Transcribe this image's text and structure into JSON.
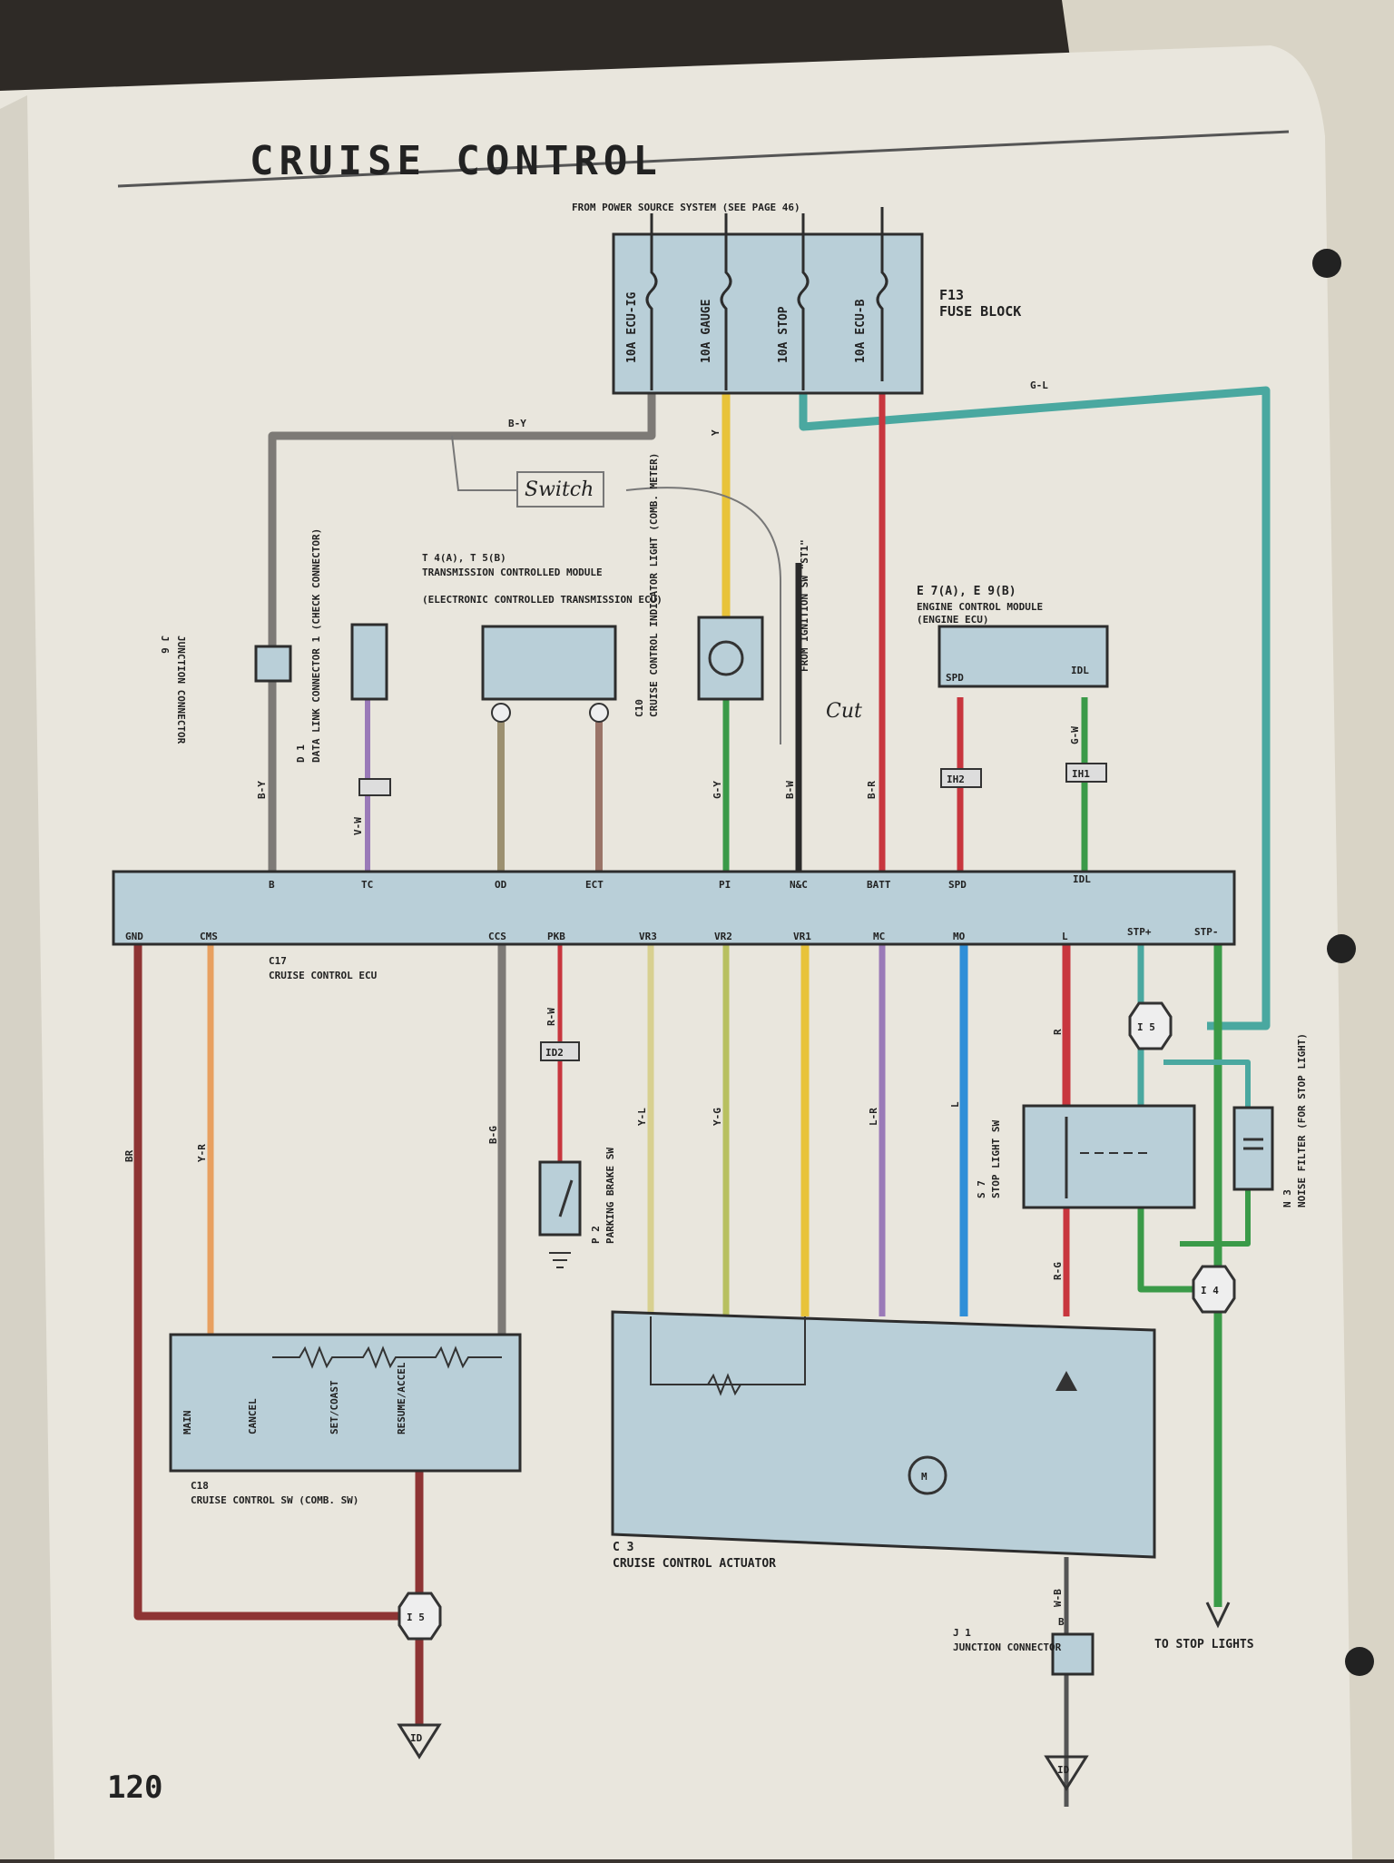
{
  "page": {
    "title": "CRUISE CONTROL",
    "page_number": "120",
    "power_source_note": "FROM POWER SOURCE SYSTEM (SEE PAGE 46)"
  },
  "colors": {
    "paper": "#e9e6dd",
    "component_fill": "#b9cfd8",
    "wire_gray": "#7d7a76",
    "wire_yellow": "#e8c33a",
    "wire_green_light": "#4aa8a0",
    "wire_red": "#c8363e",
    "wire_brown": "#8e3434",
    "wire_orange": "#e8a060",
    "wire_blue": "#2f8fd8",
    "wire_violet": "#9a7ab8",
    "wire_green": "#3a9a48",
    "wire_black": "#2a2a2a"
  },
  "fuse_block": {
    "id": "F13",
    "name": "FUSE BLOCK",
    "fuses": [
      "10A ECU-IG",
      "10A GAUGE",
      "10A STOP",
      "10A ECU-B"
    ]
  },
  "components": {
    "junction_connector_j6": {
      "id": "J 6",
      "name": "JUNCTION CONNECTOR"
    },
    "data_link_connector": {
      "id": "D 1",
      "name": "DATA LINK CONNECTOR 1 (CHECK CONNECTOR)"
    },
    "tcm": {
      "id": "T 4(A), T 5(B)",
      "name": "TRANSMISSION CONTROLLED MODULE",
      "subname": "(ELECTRONIC CONTROLLED TRANSMISSION ECU)"
    },
    "indicator": {
      "id": "C10",
      "name": "CRUISE CONTROL INDICATOR LIGHT (COMB. METER)"
    },
    "ignition_note": "FROM IGNITION SW \"ST1\"",
    "ecm": {
      "id": "E 7(A), E 9(B)",
      "name": "ENGINE CONTROL MODULE",
      "subname": "(ENGINE ECU)"
    },
    "ecu": {
      "id": "C17",
      "name": "CRUISE CONTROL ECU"
    },
    "parking_brake": {
      "id": "P 2",
      "name": "PARKING BRAKE SW"
    },
    "stop_light_sw": {
      "id": "S 7",
      "name": "STOP LIGHT SW"
    },
    "noise_filter": {
      "id": "N 3",
      "name": "NOISE FILTER (FOR STOP LIGHT)"
    },
    "cruise_sw": {
      "id": "C18",
      "name": "CRUISE CONTROL SW (COMB. SW)",
      "switches": [
        "MAIN",
        "CANCEL",
        "SET/COAST",
        "RESUME/ACCEL"
      ]
    },
    "actuator": {
      "id": "C 3",
      "name": "CRUISE CONTROL ACTUATOR"
    },
    "junction_connector_j1": {
      "id": "J 1",
      "name": "JUNCTION CONNECTOR"
    },
    "to_stop_lights": "TO STOP LIGHTS"
  },
  "ecu_top_pins": [
    "B",
    "TC",
    "OD",
    "ECT",
    "PI",
    "N&C",
    "BATT",
    "SPD",
    "IDL"
  ],
  "ecu_bottom_pins": [
    "GND",
    "CMS",
    "CCS",
    "PKB",
    "VR3",
    "VR2",
    "VR1",
    "MC",
    "MO",
    "L",
    "STP+",
    "STP-"
  ],
  "ecm_pins": [
    "SPD",
    "IDL"
  ],
  "connectors": [
    "IH2",
    "IH1",
    "I 5",
    "I 4",
    "ID2",
    "I 5",
    "ID",
    "ID"
  ],
  "wire_labels": [
    "B-Y",
    "Y",
    "G-L",
    "B-R",
    "B-W",
    "G-Y",
    "V-W",
    "B-Y",
    "G-W",
    "BR",
    "Y-R",
    "B-G",
    "R-W",
    "Y-L",
    "Y-G",
    "L-R",
    "L",
    "R",
    "R-G",
    "W-B",
    "B"
  ],
  "handwritten": {
    "switch": "Switch",
    "cut": "Cut"
  }
}
